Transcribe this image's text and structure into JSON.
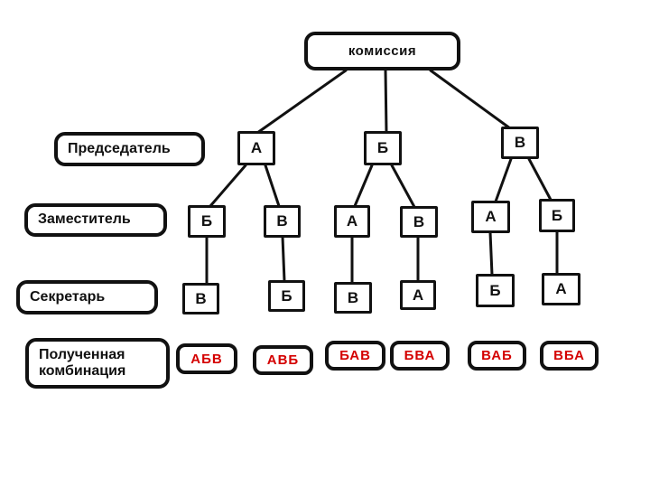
{
  "tree": {
    "root_label": "комиссия",
    "row_labels": {
      "chairman": "Председатель",
      "deputy": "Заместитель",
      "secretary": "Секретарь",
      "combination": "Полученная комбинация"
    },
    "level1": [
      {
        "label": "А"
      },
      {
        "label": "Б"
      },
      {
        "label": "В"
      }
    ],
    "level2": [
      {
        "label": "Б"
      },
      {
        "label": "В"
      },
      {
        "label": "А"
      },
      {
        "label": "В"
      },
      {
        "label": "А"
      },
      {
        "label": "Б"
      }
    ],
    "level3": [
      {
        "label": "В"
      },
      {
        "label": "Б"
      },
      {
        "label": "В"
      },
      {
        "label": "А"
      },
      {
        "label": "Б"
      },
      {
        "label": "А"
      }
    ],
    "combinations": [
      {
        "label": "АБВ"
      },
      {
        "label": "АВБ"
      },
      {
        "label": "БАВ"
      },
      {
        "label": "БВА"
      },
      {
        "label": "ВАБ"
      },
      {
        "label": "ВБА"
      }
    ],
    "colors": {
      "line": "#111111",
      "border": "#111111",
      "combination_text": "#d40000",
      "background": "#ffffff"
    }
  }
}
